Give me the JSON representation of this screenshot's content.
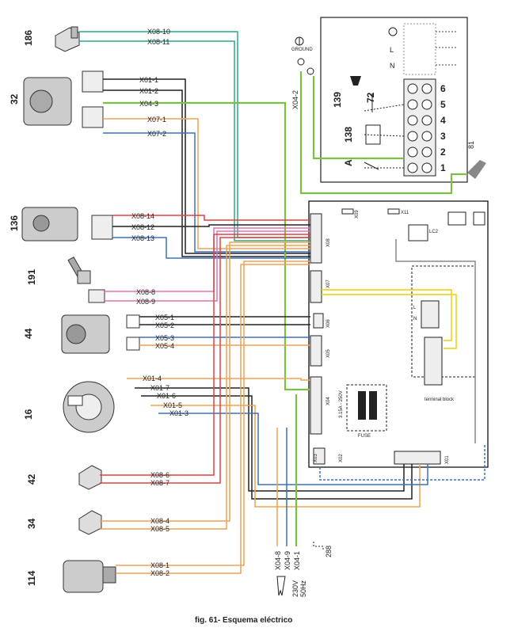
{
  "caption": "fig. 61- Esquema eléctrico",
  "colors": {
    "green": "#7ac043",
    "teal": "#2aa88a",
    "orange": "#f0a050",
    "blue": "#3a70c0",
    "pink": "#e070b0",
    "red": "#e04040",
    "black": "#222222",
    "gray": "#888888",
    "yellow": "#e8d000"
  },
  "components": [
    {
      "num": "186",
      "icon": "sensor-icon"
    },
    {
      "num": "32",
      "icon": "pump-icon"
    },
    {
      "num": "136",
      "icon": "gas-valve-icon"
    },
    {
      "num": "191",
      "icon": "temperature-sensor-icon"
    },
    {
      "num": "44",
      "icon": "valve-icon"
    },
    {
      "num": "16",
      "icon": "fan-icon"
    },
    {
      "num": "42",
      "icon": "sensor-icon"
    },
    {
      "num": "34",
      "icon": "sensor-icon"
    },
    {
      "num": "114",
      "icon": "pressure-switch-icon"
    }
  ],
  "wire_labels": [
    "X08-10",
    "X08-11",
    "X01-1",
    "X01-2",
    "X04-3",
    "X07-1",
    "X07-2",
    "X08-14",
    "X08-12",
    "X08-13",
    "X08-8",
    "X08-9",
    "X05-1",
    "X05-2",
    "X05-3",
    "X05-4",
    "X01-4",
    "X01-7",
    "X01-6",
    "X01-5",
    "X01-3",
    "X08-6",
    "X08-7",
    "X08-4",
    "X08-5",
    "X08-1",
    "X08-2"
  ],
  "terminal_box": {
    "terminal_numbers": [
      "6",
      "5",
      "4",
      "3",
      "2",
      "1"
    ],
    "component_labels": [
      "139",
      "72",
      "138",
      "A",
      "81"
    ],
    "power_labels": [
      "L",
      "N"
    ],
    "ground_label": "GROUND",
    "ground_wire": "X04-2"
  },
  "board": {
    "connectors": [
      "X09",
      "X11",
      "LC2",
      "X08",
      "X07",
      "X06",
      "X05",
      "X04",
      "X03",
      "X02",
      "X01"
    ],
    "fuse_rating": "3.15A - 250V",
    "fuse_label": "FUSE",
    "terminal_block_label": "terminal block",
    "mini_terminals": [
      "L",
      "N"
    ]
  },
  "power_wires": [
    "X04-8",
    "X04-9",
    "X04-1"
  ],
  "power_ref": "288",
  "power_supply": [
    "230V",
    "50Hz"
  ]
}
